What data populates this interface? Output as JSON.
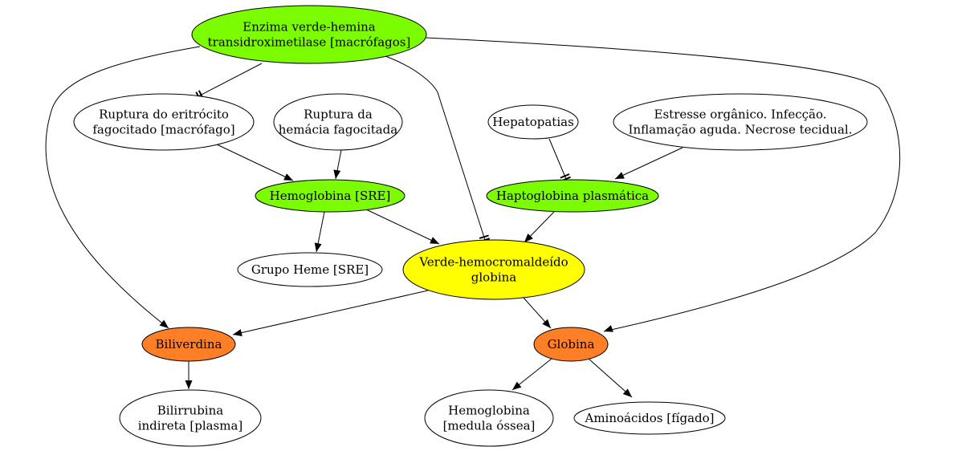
{
  "diagram": {
    "nodes": [
      {
        "id": "enzima",
        "lines": [
          "Enzima verde-hemina",
          "transidroximetilase [macrófagos]"
        ],
        "fill": "#7cfc00"
      },
      {
        "id": "ruptura-eritrocito",
        "lines": [
          "Ruptura do eritrócito",
          "fagocitado [macrófago]"
        ],
        "fill": "#ffffff"
      },
      {
        "id": "ruptura-hemacia",
        "lines": [
          "Ruptura da",
          "hemácia fagocitada"
        ],
        "fill": "#ffffff"
      },
      {
        "id": "hepatopatias",
        "lines": [
          "Hepatopatias"
        ],
        "fill": "#ffffff"
      },
      {
        "id": "estresse",
        "lines": [
          "Estresse orgânico. Infecção.",
          "Inflamação aguda. Necrose tecidual."
        ],
        "fill": "#ffffff"
      },
      {
        "id": "hemoglobina-sre",
        "lines": [
          "Hemoglobina [SRE]"
        ],
        "fill": "#7cfc00"
      },
      {
        "id": "haptoglobina",
        "lines": [
          "Haptoglobina plasmática"
        ],
        "fill": "#7cfc00"
      },
      {
        "id": "grupo-heme",
        "lines": [
          "Grupo Heme [SRE]"
        ],
        "fill": "#ffffff"
      },
      {
        "id": "verde-hemo",
        "lines": [
          "Verde-hemocromaldeído",
          "globina"
        ],
        "fill": "#ffff00"
      },
      {
        "id": "biliverdina",
        "lines": [
          "Biliverdina"
        ],
        "fill": "#ff7f27"
      },
      {
        "id": "globina",
        "lines": [
          "Globina"
        ],
        "fill": "#ff7f27"
      },
      {
        "id": "bilirrubina",
        "lines": [
          "Bilirrubina",
          "indireta [plasma]"
        ],
        "fill": "#ffffff"
      },
      {
        "id": "hemoglobina-medula",
        "lines": [
          "Hemoglobina",
          "[medula óssea]"
        ],
        "fill": "#ffffff"
      },
      {
        "id": "aminoacidos",
        "lines": [
          "Aminoácidos [fígado]"
        ],
        "fill": "#ffffff"
      }
    ],
    "edges": [
      {
        "from": "enzima",
        "to": "ruptura-eritrocito",
        "kind": "inhibit"
      },
      {
        "from": "enzima",
        "to": "verde-hemo",
        "kind": "inhibit"
      },
      {
        "from": "enzima",
        "to": "biliverdina",
        "kind": "arrow"
      },
      {
        "from": "enzima",
        "to": "globina",
        "kind": "arrow"
      },
      {
        "from": "ruptura-eritrocito",
        "to": "hemoglobina-sre",
        "kind": "arrow"
      },
      {
        "from": "ruptura-hemacia",
        "to": "hemoglobina-sre",
        "kind": "arrow"
      },
      {
        "from": "hepatopatias",
        "to": "haptoglobina",
        "kind": "inhibit"
      },
      {
        "from": "estresse",
        "to": "haptoglobina",
        "kind": "arrow"
      },
      {
        "from": "hemoglobina-sre",
        "to": "grupo-heme",
        "kind": "arrow"
      },
      {
        "from": "hemoglobina-sre",
        "to": "verde-hemo",
        "kind": "arrow"
      },
      {
        "from": "haptoglobina",
        "to": "verde-hemo",
        "kind": "arrow"
      },
      {
        "from": "verde-hemo",
        "to": "biliverdina",
        "kind": "arrow"
      },
      {
        "from": "verde-hemo",
        "to": "globina",
        "kind": "arrow"
      },
      {
        "from": "biliverdina",
        "to": "bilirrubina",
        "kind": "arrow"
      },
      {
        "from": "globina",
        "to": "hemoglobina-medula",
        "kind": "arrow"
      },
      {
        "from": "globina",
        "to": "aminoacidos",
        "kind": "arrow"
      }
    ]
  }
}
